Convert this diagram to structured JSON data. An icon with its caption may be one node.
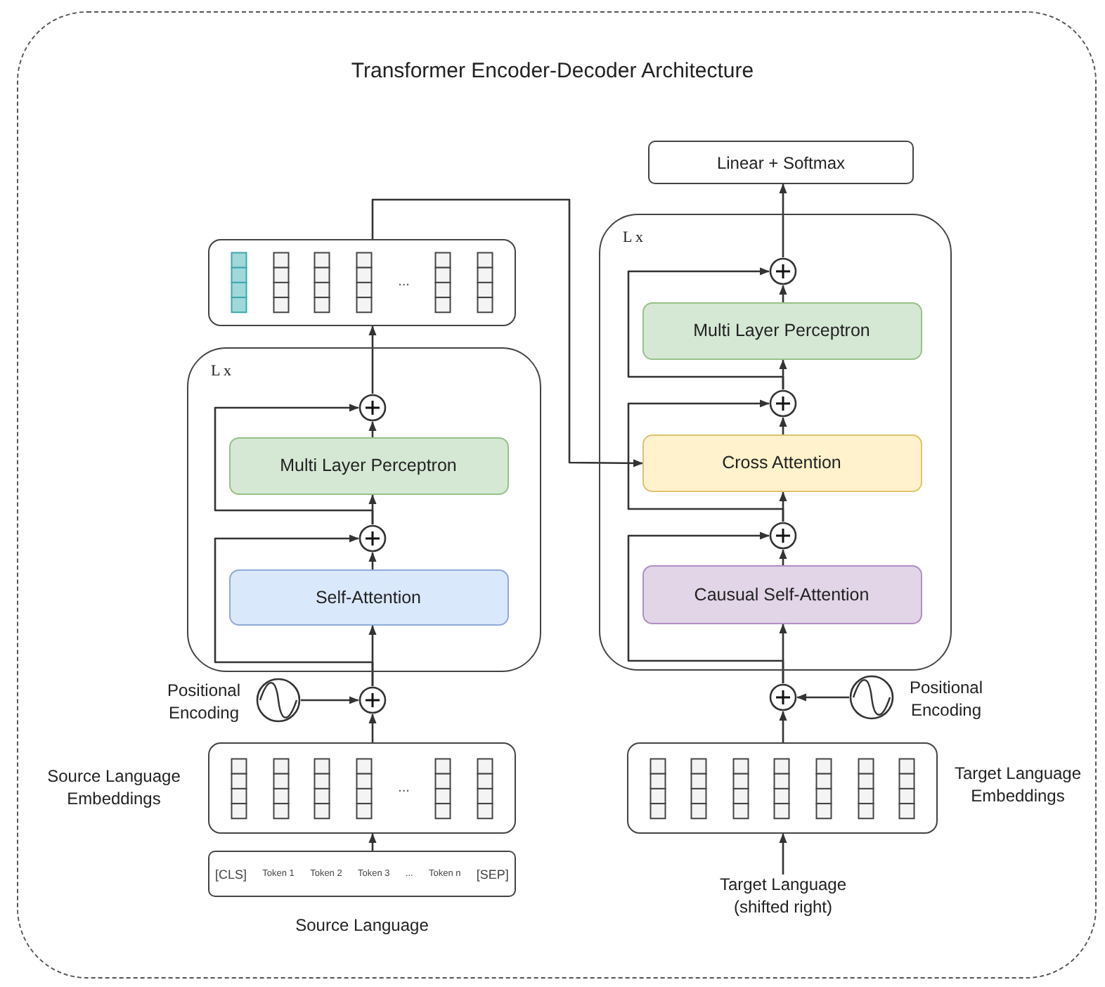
{
  "diagram": {
    "title": "Transformer Encoder-Decoder Architecture",
    "nodes": [
      {
        "text": [
          "..."
        ]
      },
      {
        "text": [
          "L x"
        ]
      },
      {
        "text": [],
        "shape": "circle",
        "in": 1
      },
      {
        "text": [
          "Multi Layer Perceptron"
        ],
        "in": 1
      },
      {
        "text": [],
        "shape": "circle",
        "in": 1
      },
      {
        "text": [
          "Self-Attention"
        ],
        "in": 1
      },
      {
        "text": [],
        "shape": "circle"
      },
      {
        "text": [],
        "shape": "circle",
        "beside": [
          "Positional Encoding"
        ]
      },
      {
        "text": [
          "..."
        ],
        "beside": [
          "Source Language Embeddings"
        ]
      },
      {
        "text": [
          "[CLS]",
          "Token 1",
          "Token 2",
          "Token 3",
          "...",
          "Token n",
          "[SEP]"
        ],
        "beside": [
          "Source Language"
        ]
      },
      {
        "text": [
          "Linear + Softmax"
        ]
      },
      {
        "text": [
          "L x"
        ]
      },
      {
        "text": [],
        "shape": "circle",
        "in": 11
      },
      {
        "text": [
          "Multi Layer Perceptron"
        ],
        "in": 11
      },
      {
        "text": [],
        "shape": "circle",
        "in": 11
      },
      {
        "text": [
          "Cross Attention"
        ],
        "in": 11
      },
      {
        "text": [],
        "shape": "circle",
        "in": 11
      },
      {
        "text": [
          "Causual Self-Attention"
        ],
        "in": 11
      },
      {
        "text": [],
        "shape": "circle"
      },
      {
        "text": [],
        "shape": "circle",
        "beside": [
          "Positional Encoding"
        ]
      },
      {
        "text": [],
        "shape": "box",
        "beside": [
          "Target Language Embeddings"
        ]
      },
      {
        "text": [
          "Target Language (shifted right)"
        ]
      }
    ],
    "edges": [
      {
        "from": 9,
        "to": 8,
        "arrow": "to"
      },
      {
        "from": 8,
        "to": 6,
        "arrow": "to"
      },
      {
        "from": 7,
        "to": 6,
        "arrow": "to"
      },
      {
        "from": 6,
        "to": 5,
        "arrow": "to"
      },
      {
        "from": 6,
        "to": 4,
        "arrow": "to"
      },
      {
        "from": 5,
        "to": 4,
        "arrow": "to"
      },
      {
        "from": 4,
        "to": 3,
        "arrow": "to"
      },
      {
        "from": 4,
        "to": 2,
        "arrow": "to"
      },
      {
        "from": 3,
        "to": 2,
        "arrow": "to"
      },
      {
        "from": 2,
        "to": 0,
        "arrow": "to"
      },
      {
        "from": 0,
        "to": 15,
        "arrow": "to"
      },
      {
        "from": 21,
        "to": 20,
        "arrow": "to"
      },
      {
        "from": 20,
        "to": 18,
        "arrow": "to"
      },
      {
        "from": 19,
        "to": 18,
        "arrow": "to"
      },
      {
        "from": 18,
        "to": 17,
        "arrow": "to"
      },
      {
        "from": 18,
        "to": 16,
        "arrow": "to"
      },
      {
        "from": 17,
        "to": 16,
        "arrow": "to"
      },
      {
        "from": 16,
        "to": 15,
        "arrow": "to"
      },
      {
        "from": 16,
        "to": 14,
        "arrow": "to"
      },
      {
        "from": 15,
        "to": 14,
        "arrow": "to"
      },
      {
        "from": 14,
        "to": 13,
        "arrow": "to"
      },
      {
        "from": 14,
        "to": 12,
        "arrow": "to"
      },
      {
        "from": 13,
        "to": 12,
        "arrow": "to"
      },
      {
        "from": 12,
        "to": 10,
        "arrow": "to"
      }
    ]
  }
}
